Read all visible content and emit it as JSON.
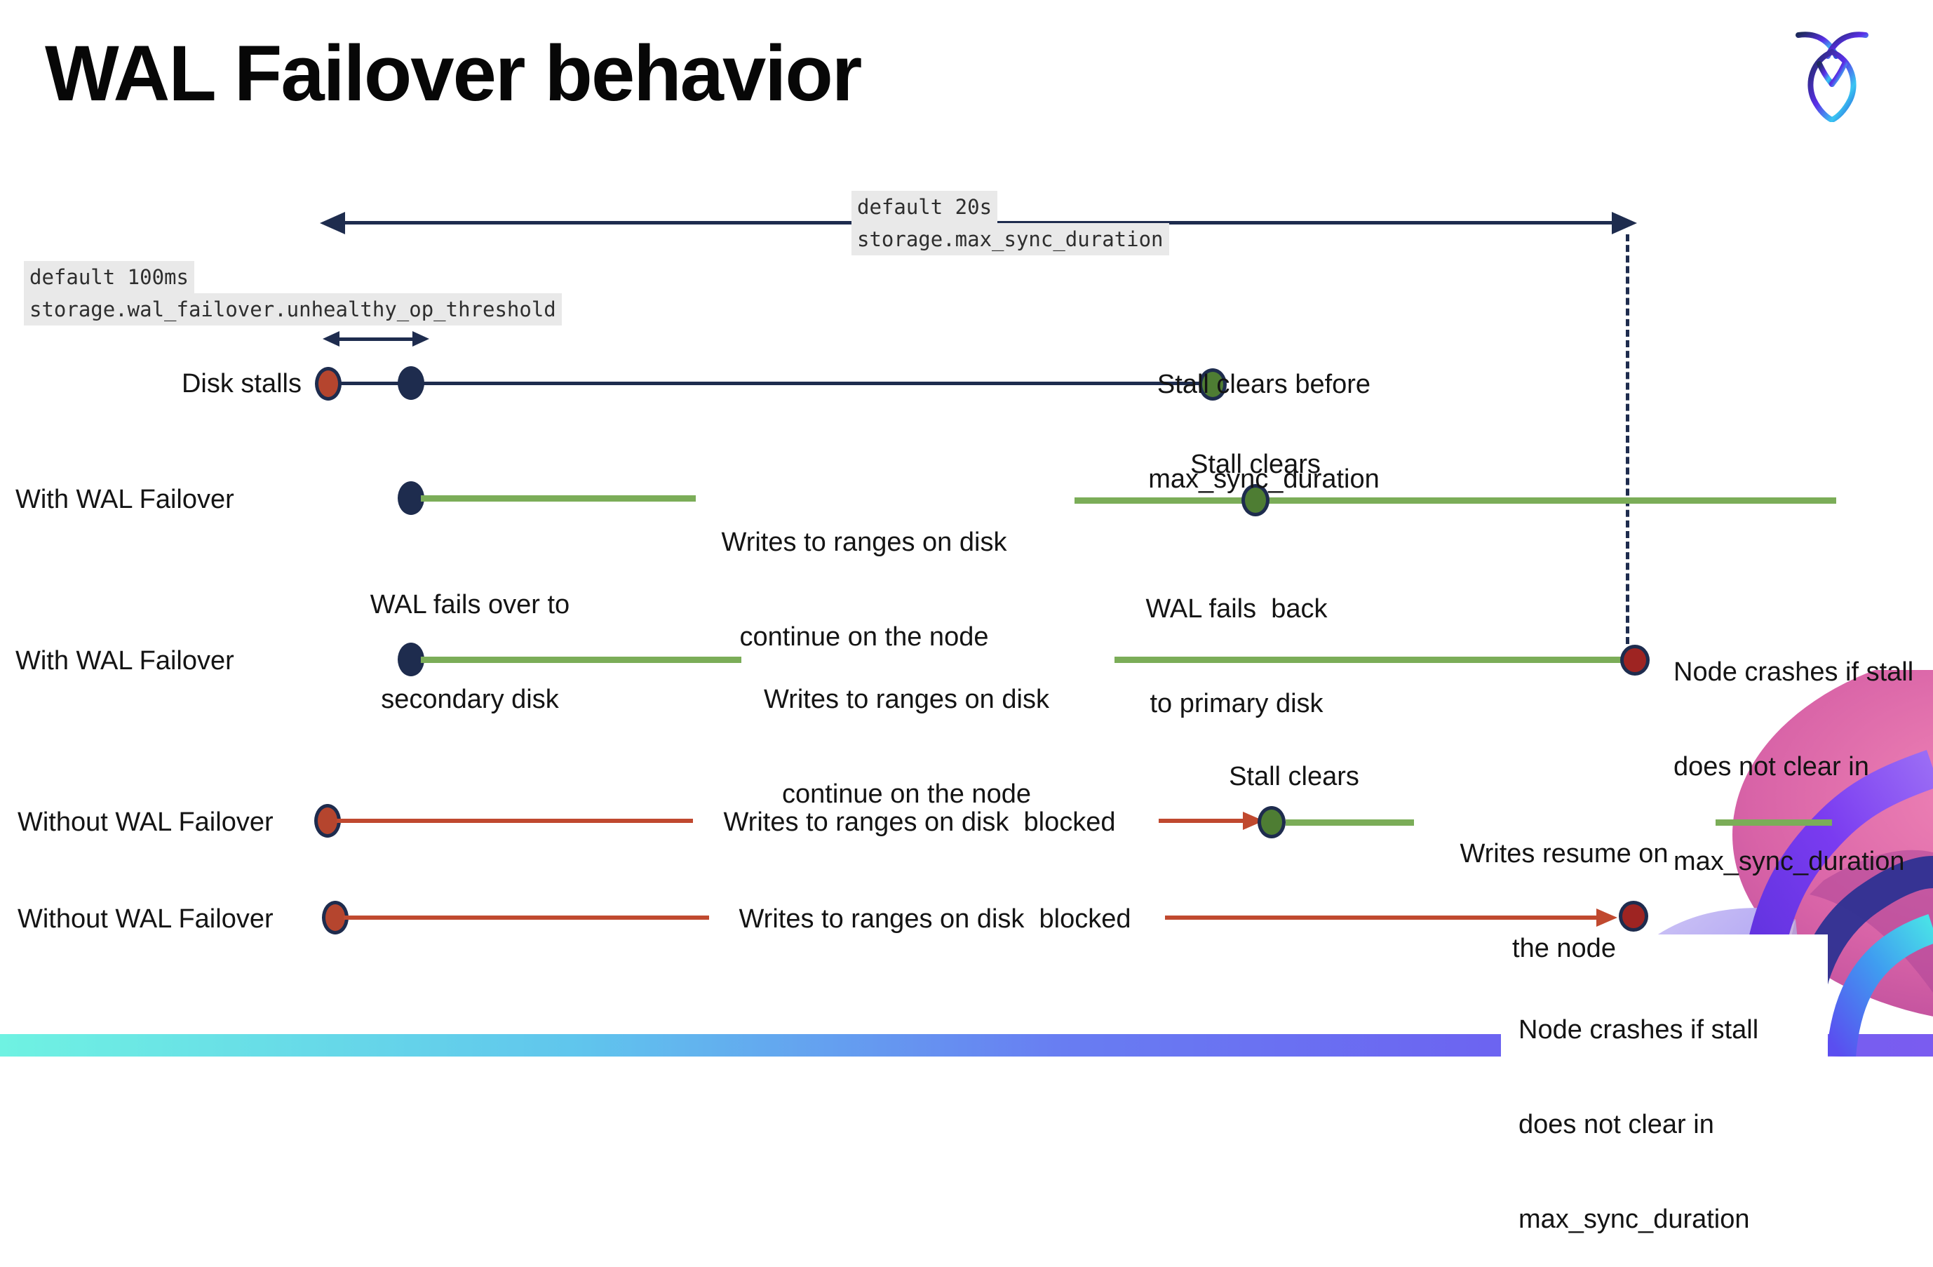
{
  "title": "WAL Failover behavior",
  "config_labels": {
    "max_sync_duration": {
      "line1": "default 20s",
      "line2": "storage.max_sync_duration"
    },
    "unhealthy_op_threshold": {
      "line1": "default 100ms",
      "line2": "storage.wal_failover.unhealthy_op_threshold"
    }
  },
  "rows": [
    {
      "label": "Disk stalls"
    },
    {
      "label": "With WAL Failover"
    },
    {
      "label": "With WAL Failover"
    },
    {
      "label": "Without WAL Failover"
    },
    {
      "label": "Without WAL Failover"
    }
  ],
  "notes": {
    "stall_clears_before": [
      "Stall clears before",
      "max_sync_duration"
    ],
    "wal_fails_over": [
      "WAL fails over to",
      "secondary disk"
    ],
    "writes_continue": [
      "Writes to ranges on disk",
      "continue on the node"
    ],
    "stall_clears": "Stall clears",
    "wal_fails_back": [
      "WAL fails  back",
      "to primary disk"
    ],
    "node_crashes": [
      "Node crashes if stall",
      "does not clear in",
      "max_sync_duration"
    ],
    "writes_blocked": "Writes to ranges on disk  blocked",
    "writes_resume": [
      "Writes resume on",
      "the node"
    ]
  },
  "colors": {
    "navy": "#1e2c4e",
    "green_line": "#7bad58",
    "green_dot": "#4e7d33",
    "red_line": "#c0492f",
    "red_dot": "#b5452e",
    "crash_dot": "#9e2422",
    "label_bg": "#e9e9e9",
    "bar_left": "#6ff2e2",
    "bar_right": "#6c63f1",
    "logo_gradient_start": "#1d2a5c",
    "logo_gradient_mid": "#5a2fe8",
    "logo_gradient_end": "#39c6f2"
  }
}
